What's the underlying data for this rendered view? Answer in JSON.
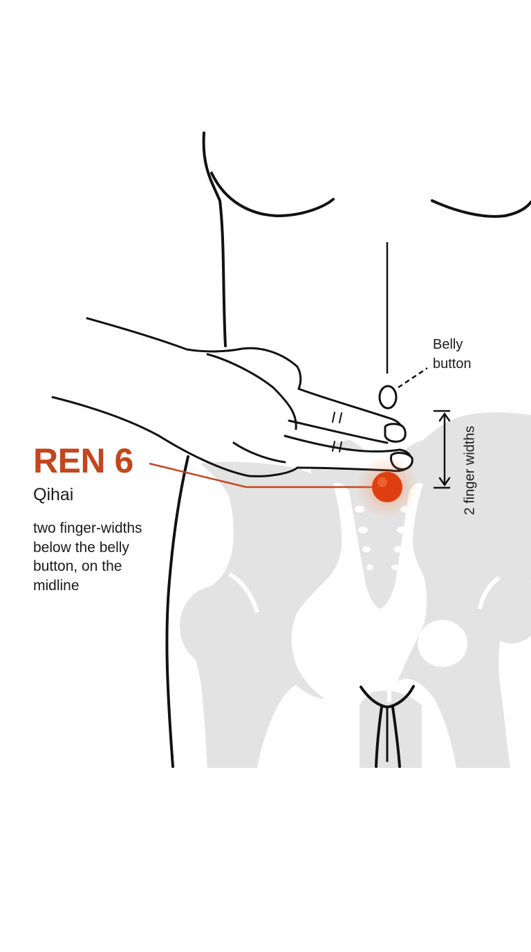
{
  "point": {
    "code": "REN 6",
    "name": "Qihai",
    "location": "two finger-widths below the belly button, on the midline"
  },
  "landmark": {
    "label": "Belly button"
  },
  "measurement": {
    "label": "2 finger widths"
  },
  "colors": {
    "accent": "#c4461c",
    "point": "#dd3f10",
    "bone": "#e3e3e3",
    "outline": "#111111"
  }
}
